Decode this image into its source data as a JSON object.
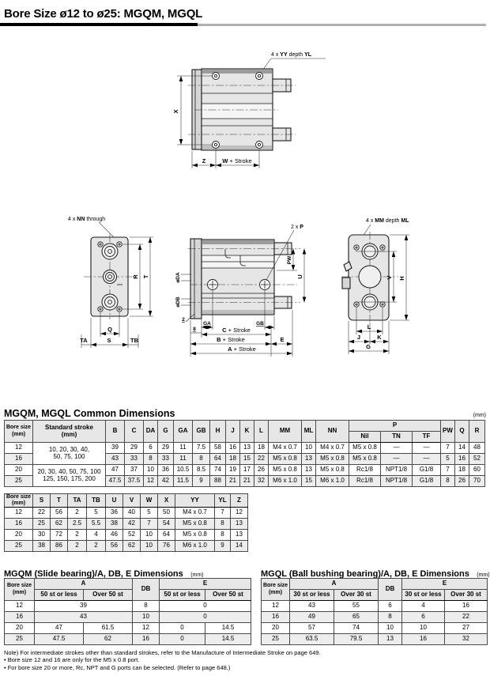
{
  "page": {
    "title": "Bore Size ø12 to ø25: MGQM, MGQL"
  },
  "drawings": {
    "top": {
      "callout": {
        "p1": "4 x ",
        "b1": "YY",
        "p2": " depth ",
        "b2": "YL"
      },
      "x": "X",
      "z": "Z",
      "w_b": "W",
      "w_r": " + Stroke"
    },
    "front": {
      "callout": {
        "p1": "4 x ",
        "b1": "NN",
        "p2": " through"
      },
      "r": "R",
      "t": "T",
      "q": "Q",
      "s": "S",
      "ta": "TA",
      "tb": "TB"
    },
    "side": {
      "callout": {
        "p1": "2 x ",
        "b1": "P"
      },
      "da": "øDA",
      "db": "øDB",
      "pw": "PW",
      "u": "U",
      "ga": "GA",
      "gb": "GB",
      "two": "2",
      "eight": "8",
      "c_b": "C",
      "b_b": "B",
      "a_b": "A",
      "plus": " + Stroke",
      "e": "E"
    },
    "rear": {
      "callout": {
        "p1": "4 x ",
        "b1": "MM",
        "p2": " depth ",
        "b2": "ML"
      },
      "v": "V",
      "h": "H",
      "l": "L",
      "j": "J",
      "k": "K",
      "g": "G"
    }
  },
  "tables": {
    "common": {
      "title": "MGQM, MGQL Common Dimensions",
      "unit": "(mm)",
      "headers": {
        "bore_l1": "Bore size",
        "bore_l2": "(mm)",
        "stroke_l1": "Standard stroke",
        "stroke_l2": "(mm)",
        "cols": [
          "B",
          "C",
          "DA",
          "G",
          "GA",
          "GB",
          "H",
          "J",
          "K",
          "L",
          "MM",
          "ML",
          "NN"
        ],
        "p": "P",
        "p_cols": [
          "Nil",
          "TN",
          "TF"
        ],
        "tail": [
          "PW",
          "Q",
          "R"
        ]
      },
      "stroke_groups": [
        {
          "l1": "10, 20, 30, 40,",
          "l2": "50, 75, 100"
        },
        {
          "l1": "20, 30, 40, 50, 75, 100",
          "l2": "125, 150, 175, 200"
        }
      ],
      "rows": [
        {
          "bore": "12",
          "values": [
            "39",
            "29",
            "6",
            "29",
            "11",
            "7.5",
            "58",
            "16",
            "13",
            "18",
            "M4 x 0.7",
            "10",
            "M4 x 0.7",
            "M5 x 0.8",
            "—",
            "—",
            "7",
            "14",
            "48"
          ]
        },
        {
          "bore": "16",
          "values": [
            "43",
            "33",
            "8",
            "33",
            "11",
            "8",
            "64",
            "18",
            "15",
            "22",
            "M5 x 0.8",
            "13",
            "M5 x 0.8",
            "M5 x 0.8",
            "—",
            "—",
            "5",
            "16",
            "52"
          ]
        },
        {
          "bore": "20",
          "values": [
            "47",
            "37",
            "10",
            "36",
            "10.5",
            "8.5",
            "74",
            "19",
            "17",
            "26",
            "M5 x 0.8",
            "13",
            "M5 x 0.8",
            "Rc1/8",
            "NPT1/8",
            "G1/8",
            "7",
            "18",
            "60"
          ]
        },
        {
          "bore": "25",
          "values": [
            "47.5",
            "37.5",
            "12",
            "42",
            "11.5",
            "9",
            "88",
            "21",
            "21",
            "32",
            "M6 x 1.0",
            "15",
            "M6 x 1.0",
            "Rc1/8",
            "NPT1/8",
            "G1/8",
            "8",
            "26",
            "70"
          ]
        }
      ]
    },
    "dims2": {
      "headers": {
        "bore_l1": "Bore size",
        "bore_l2": "(mm)",
        "cols": [
          "S",
          "T",
          "TA",
          "TB",
          "U",
          "V",
          "W",
          "X",
          "YY",
          "YL",
          "Z"
        ]
      },
      "rows": [
        {
          "bore": "12",
          "values": [
            "22",
            "56",
            "2",
            "5",
            "36",
            "40",
            "5",
            "50",
            "M4 x 0.7",
            "7",
            "12"
          ]
        },
        {
          "bore": "16",
          "values": [
            "25",
            "62",
            "2.5",
            "5.5",
            "38",
            "42",
            "7",
            "54",
            "M5 x 0.8",
            "8",
            "13"
          ]
        },
        {
          "bore": "20",
          "values": [
            "30",
            "72",
            "2",
            "4",
            "46",
            "52",
            "10",
            "64",
            "M5 x 0.8",
            "8",
            "13"
          ]
        },
        {
          "bore": "25",
          "values": [
            "38",
            "86",
            "2",
            "2",
            "56",
            "62",
            "10",
            "76",
            "M6 x 1.0",
            "9",
            "14"
          ]
        }
      ]
    },
    "mgqm": {
      "title": "MGQM (Slide bearing)/A, DB, E Dimensions",
      "unit": "(mm)",
      "headers": {
        "bore_l1": "Bore size",
        "bore_l2": "(mm)",
        "a": "A",
        "db": "DB",
        "e": "E",
        "sub1": "50 st or less",
        "sub2": "Over 50 st"
      },
      "rows": [
        {
          "bore": "12",
          "a": "39",
          "db": "8",
          "e": "0"
        },
        {
          "bore": "16",
          "a": "43",
          "db": "10",
          "e": "0"
        },
        {
          "bore": "20",
          "a1": "47",
          "a2": "61.5",
          "db": "12",
          "e1": "0",
          "e2": "14.5"
        },
        {
          "bore": "25",
          "a1": "47.5",
          "a2": "62",
          "db": "16",
          "e1": "0",
          "e2": "14.5"
        }
      ]
    },
    "mgql": {
      "title": "MGQL (Ball bushing bearing)/A, DB, E Dimensions",
      "unit": "(mm)",
      "headers": {
        "bore_l1": "Bore size",
        "bore_l2": "(mm)",
        "a": "A",
        "db": "DB",
        "e": "E",
        "sub1": "30 st or less",
        "sub2": "Over 30 st"
      },
      "rows": [
        {
          "bore": "12",
          "a1": "43",
          "a2": "55",
          "db": "6",
          "e1": "4",
          "e2": "16"
        },
        {
          "bore": "16",
          "a1": "49",
          "a2": "65",
          "db": "8",
          "e1": "6",
          "e2": "22"
        },
        {
          "bore": "20",
          "a1": "57",
          "a2": "74",
          "db": "10",
          "e1": "10",
          "e2": "27"
        },
        {
          "bore": "25",
          "a1": "63.5",
          "a2": "79.5",
          "db": "13",
          "e1": "16",
          "e2": "32"
        }
      ]
    }
  },
  "notes": [
    "Note) For intermediate strokes other than standard strokes, refer to the Manufacture of Intermediate Stroke on page 649.",
    "• Bore size 12 and 16 are only for the M5 x 0.8 port.",
    "• For bore size 20 or more, Rc, NPT and G ports can be selected. (Refer to page 648.)"
  ]
}
